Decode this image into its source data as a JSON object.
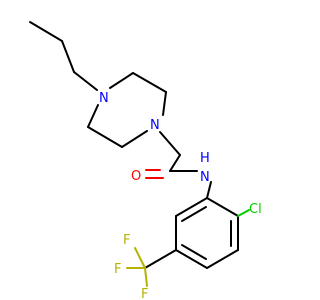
{
  "molecule": {
    "atoms": {
      "n_ring_top": "N",
      "n_ring_bottom": "N",
      "o_carbonyl": "O",
      "n_amide": "N",
      "h_amide": "H",
      "cl": "Cl",
      "f1": "F",
      "f2": "F",
      "f3": "F"
    },
    "colors": {
      "bond": "#000000",
      "nitrogen": "#0000ff",
      "oxygen": "#ff0000",
      "chlorine": "#00cc00",
      "fluorine": "#b3b300",
      "background": "#ffffff"
    }
  }
}
